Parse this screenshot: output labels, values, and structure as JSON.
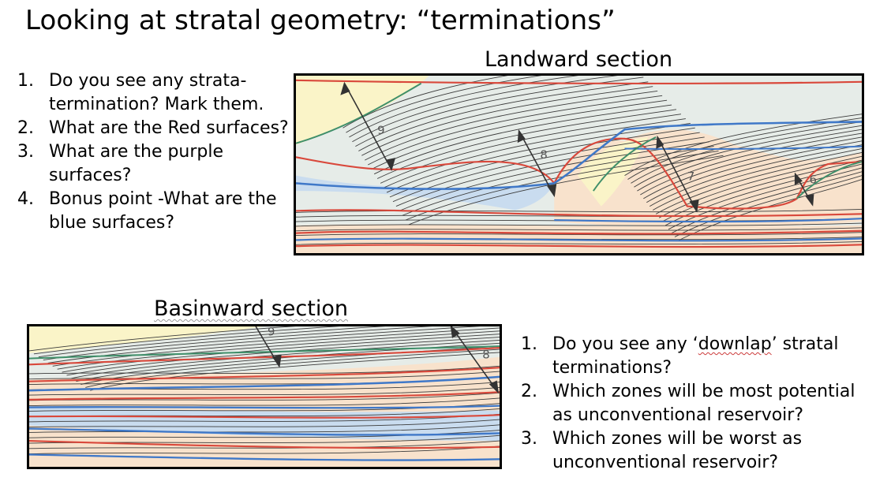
{
  "title": "Looking at stratal geometry: “terminations”",
  "landward": {
    "caption": "Landward section",
    "questions": [
      {
        "num": "1.",
        "text": "Do you see any strata-termination? Mark them."
      },
      {
        "num": "2.",
        "text": "What are the Red surfaces?"
      },
      {
        "num": "3.",
        "text": "What are the purple surfaces?"
      },
      {
        "num": "4.",
        "text": "Bonus point -What are the blue surfaces?"
      }
    ],
    "unit_labels": [
      "9",
      "8",
      "7",
      "6"
    ]
  },
  "basinward": {
    "caption": "Basinward section",
    "questions": [
      {
        "num": "1.",
        "text_pre": "Do you see any ‘",
        "keyword": "downlap",
        "text_post": "’ stratal terminations?"
      },
      {
        "num": "2.",
        "text": "Which zones will be most potential as unconventional reservoir?"
      },
      {
        "num": "3.",
        "text": "Which zones will be worst as unconventional reservoir?"
      }
    ],
    "unit_labels": [
      "9",
      "8"
    ]
  },
  "colors": {
    "red_surface": "#d9483b",
    "blue_surface": "#3f78c8",
    "green_surface": "#3f8f6a",
    "bedding": "#3a3a3a",
    "fill_yellow": "#faf4c8",
    "fill_blue": "#c9dcef",
    "fill_peach": "#f8e2cc",
    "fill_pale": "#e6ece8"
  }
}
